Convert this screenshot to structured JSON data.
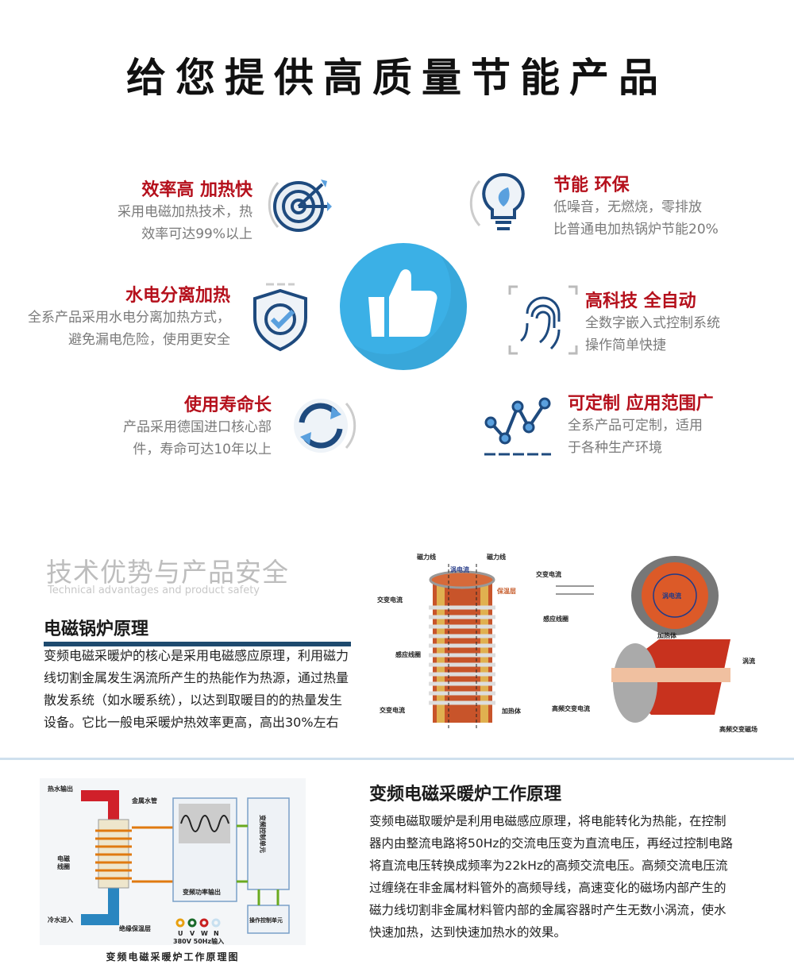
{
  "title": "给您提供高质量节能产品",
  "features": [
    {
      "title": "效率高  加热快",
      "lines": [
        "采用电磁加热技术，热",
        "效率可达99%以上"
      ],
      "icon": "target-icon"
    },
    {
      "title": "水电分离加热",
      "lines": [
        "全系产品采用水电分离加热方式，",
        "避免漏电危险，使用更安全"
      ],
      "icon": "shield-check-icon"
    },
    {
      "title": "使用寿命长",
      "lines": [
        "产品采用德国进口核心部",
        "件，寿命可达10年以上"
      ],
      "icon": "refresh-icon"
    },
    {
      "title": "节能  环保",
      "lines": [
        "低噪音，无燃烧，零排放",
        "比普通电加热锅炉节能20%"
      ],
      "icon": "lightbulb-leaf-icon"
    },
    {
      "title": "高科技  全自动",
      "lines": [
        "全数字嵌入式控制系统",
        "操作简单快捷"
      ],
      "icon": "fingerprint-icon"
    },
    {
      "title": "可定制  应用范围广",
      "lines": [
        "全系产品可定制，适用",
        "于各种生产环境"
      ],
      "icon": "line-graph-icon"
    }
  ],
  "colors": {
    "accent_red": "#b5101c",
    "thumb_blue": "#3bb0e6",
    "dark_blue": "#1e4a6e"
  },
  "section": {
    "title_cn": "技术优势与产品安全",
    "title_en": "Technical advantages and product safety"
  },
  "principle1": {
    "heading": "电磁锅炉原理",
    "lines": [
      "变频电磁采暖炉的核心是采用电磁感应原理，利用磁力",
      "线切割金属发生涡流所产生的热能作为热源，通过热量",
      "散发系统（如水暖系统），以达到取暖目的的热量发生",
      "设备。它比一般电采暖炉热效率更高，高出30%左右"
    ]
  },
  "diagram1": {
    "labels": {
      "flux1": "磁力线",
      "flux2": "磁力线",
      "eddy": "涡电流",
      "insulation": "保温层",
      "ac_top": "交变电流",
      "coil": "感应线圈",
      "ac_bottom": "交变电流",
      "heater": "加热体",
      "ac_right": "交变电流",
      "eddy_circle": "涡电流",
      "coil_right": "感应线圈",
      "heater2": "加热体",
      "eddy2": "涡流",
      "hf_current": "高频交变电流",
      "hf_field": "高频交变磁场"
    }
  },
  "diagram2": {
    "labels": {
      "hot_out": "热水输出",
      "metal_pipe": "金属水管",
      "em_coil": "电磁\n线圈",
      "em_coil_1": "电磁",
      "em_coil_2": "线圈",
      "cold_in": "冷水进入",
      "insulation": "绝缘保温层",
      "power_out": "变频功率输出",
      "freq_ctrl": "变频控制单元",
      "op_ctrl": "操作控制单元",
      "u": "U",
      "v": "V",
      "w": "W",
      "n": "N",
      "input": "380V 50Hz输入"
    },
    "caption": "变频电磁采暖炉工作原理图"
  },
  "principle2": {
    "heading": "变频电磁采暖炉工作原理",
    "lines": [
      "变频电磁取暖炉是利用电磁感应原理，将电能转化为热能，在控制",
      "器内由整流电路将50Hz的交流电压变为直流电压，再经过控制电路",
      "将直流电压转换成频率为22kHz的高频交流电压。高频交流电压流",
      "过缠绕在非金属材料管外的高频导线，高速变化的磁场内部产生的",
      "磁力线切割非金属材料管内部的金属容器时产生无数小涡流，使水",
      "快速加热，达到快速加热水的效果。"
    ]
  }
}
